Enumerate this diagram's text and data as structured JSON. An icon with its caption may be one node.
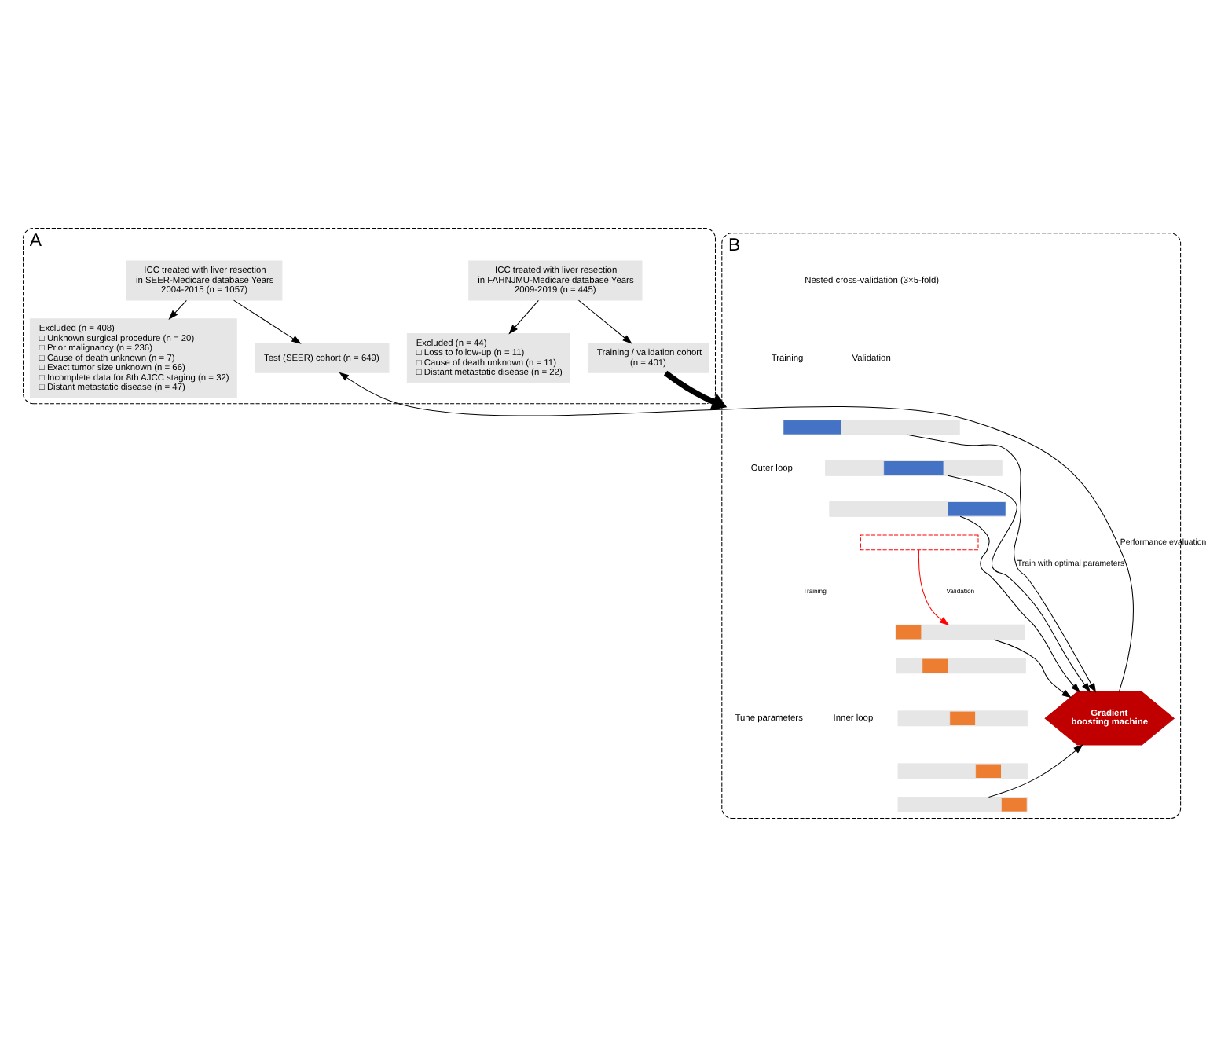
{
  "diagram": {
    "nodes": [
      {
        "text": [
          "A"
        ]
      },
      {
        "text": [
          "ICC treated with liver resection in FAHNJMU-Medicare database Years 2009-2019 (n = 445)"
        ],
        "in": 0
      },
      {
        "text": [
          "Excluded (n = 44)",
          "□ Loss to follow-up (n = 11)",
          "□ Cause of death unknown (n = 11)",
          "□ Distant metastatic disease (n = 22)"
        ],
        "in": 0
      },
      {
        "text": [
          "ICC treated with liver resection in SEER-Medicare database Years 2004-2015 (n = 1057)"
        ],
        "in": 0
      },
      {
        "text": [
          "Excluded (n = 408)",
          "□ Unknown surgical procedure (n = 20)",
          "□ Prior malignancy (n = 236)",
          "□ Cause of death unknown (n = 7)",
          "□ Exact tumor size unknown (n = 66)",
          "□ Incomplete data for 8th AJCC staging (n = 32)",
          "□ Distant metastatic disease (n = 47)"
        ],
        "in": 0
      },
      {
        "text": [
          "Training / validation cohort (n = 401)"
        ],
        "in": 0
      },
      {
        "text": [
          "Test (SEER) cohort (n = 649)"
        ],
        "in": 0
      },
      {
        "text": [
          "B"
        ]
      },
      {
        "text": [],
        "shape": "bar",
        "in": 7
      },
      {
        "text": [],
        "shape": "bar",
        "in": 7
      },
      {
        "text": [],
        "shape": "bar",
        "in": 7
      },
      {
        "text": [],
        "shape": "box",
        "in": 7
      },
      {
        "text": [],
        "shape": "bar",
        "in": 7
      },
      {
        "text": [],
        "shape": "bar",
        "in": 7
      },
      {
        "text": [],
        "shape": "bar",
        "in": 7
      },
      {
        "text": [],
        "shape": "bar",
        "in": 7
      },
      {
        "text": [],
        "shape": "bar",
        "in": 7
      },
      {
        "text": [
          "Gradient boosting machine"
        ],
        "in": 7
      }
    ],
    "edges": [
      {
        "from": 1,
        "to": 2,
        "arrow": "to"
      },
      {
        "from": 1,
        "to": 5,
        "arrow": "to"
      },
      {
        "from": 3,
        "to": 4,
        "arrow": "to"
      },
      {
        "from": 3,
        "to": 6,
        "arrow": "to"
      },
      {
        "from": 5,
        "to": 7,
        "arrow": "to",
        "style": "thick"
      },
      {
        "from": 8,
        "to": 17,
        "arrow": "to",
        "label": "Train with optimal parameters"
      },
      {
        "from": 9,
        "to": 17,
        "arrow": "to"
      },
      {
        "from": 10,
        "to": 17,
        "arrow": "to"
      },
      {
        "from": 11,
        "to": 12,
        "arrow": "to",
        "color": "#ff0000"
      },
      {
        "from": 12,
        "to": 17,
        "arrow": "to"
      },
      {
        "from": 16,
        "to": 17,
        "arrow": "to"
      },
      {
        "from": 17,
        "to": 6,
        "arrow": "to",
        "label": "Performance evaluation"
      }
    ],
    "labels": [
      "Nested cross-validation (3×5-fold)",
      "Validation",
      "Training",
      "Outer loop",
      "Validation",
      "Training",
      "Inner loop",
      "Tune parameters"
    ]
  }
}
